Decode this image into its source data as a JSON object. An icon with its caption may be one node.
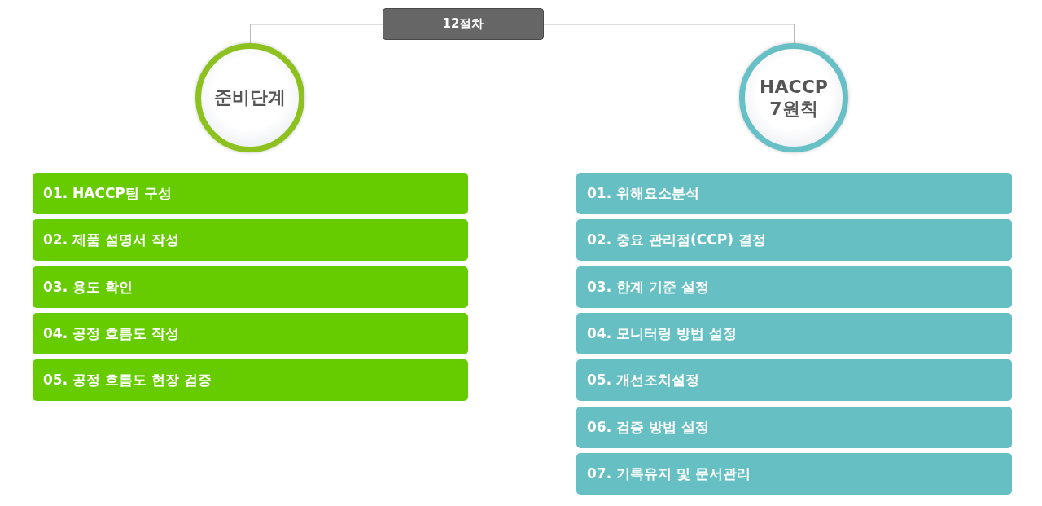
{
  "diagram": {
    "nodes": [
      {
        "text": [
          "12절차"
        ]
      },
      {
        "text": [
          "준비단계"
        ]
      },
      {
        "text": [
          "HACCP 7원칙"
        ]
      },
      {
        "text": [
          "01. HACCP팀 구성"
        ]
      },
      {
        "text": [
          "02. 제품 설명서 작성"
        ]
      },
      {
        "text": [
          "03. 용도 확인"
        ]
      },
      {
        "text": [
          "04. 공정 흐름도 작성"
        ]
      },
      {
        "text": [
          "05. 공정 흐름도 현장 검증"
        ]
      },
      {
        "text": [
          "01. 위해요소분석"
        ]
      },
      {
        "text": [
          "02. 중요 관리점(CCP) 결정"
        ]
      },
      {
        "text": [
          "03. 한계 기준 설정"
        ]
      },
      {
        "text": [
          "04. 모니터링 방법 설정"
        ]
      },
      {
        "text": [
          "05. 개선조치설정"
        ]
      },
      {
        "text": [
          "06. 검증 방법 설정"
        ]
      },
      {
        "text": [
          "07. 기록유지 및 문서관리"
        ]
      }
    ],
    "edges": [
      {
        "from": 0,
        "to": 1,
        "arrow": "none"
      },
      {
        "from": 0,
        "to": 2,
        "arrow": "none"
      }
    ]
  }
}
